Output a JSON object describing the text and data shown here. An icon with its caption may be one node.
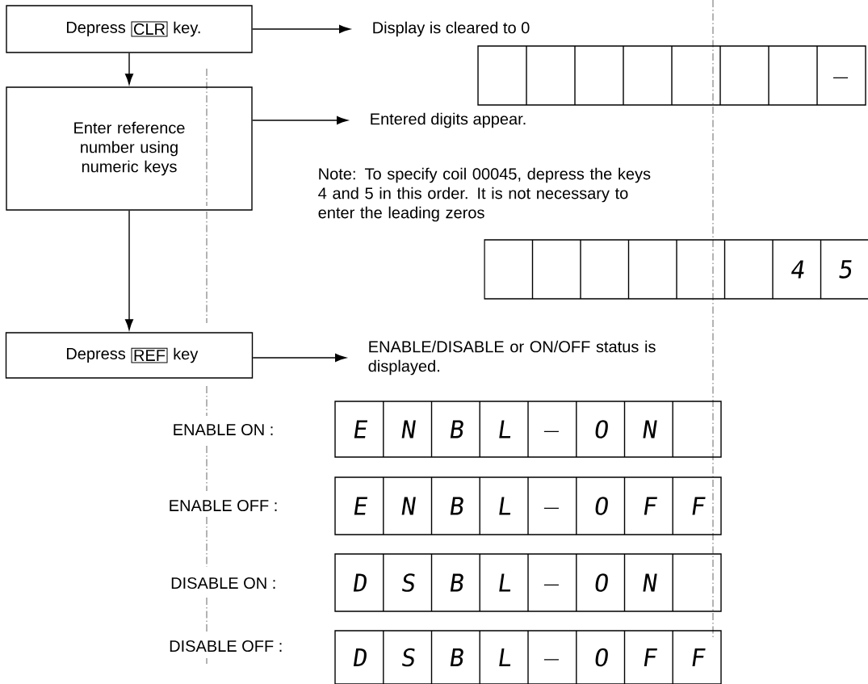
{
  "diagram": {
    "nodes": [
      {
        "text": [
          "Depress",
          "key."
        ]
      },
      {
        "text": [
          "CLR"
        ],
        "in": 0
      },
      {
        "text": [
          "Enter reference number using numeric keys"
        ]
      },
      {
        "text": [
          "Depress",
          "key"
        ]
      },
      {
        "text": [
          "REF"
        ],
        "in": 3
      },
      {
        "text": [
          "Display is cleared to 0"
        ]
      },
      {
        "text": [
          "Entered digits appear."
        ]
      },
      {
        "text": [
          "ENABLE/DISABLE or ON/OFF status is displayed."
        ]
      }
    ],
    "edges": [
      {
        "from": 0,
        "to": 2,
        "arrow": "to"
      },
      {
        "from": 2,
        "to": 3,
        "arrow": "to"
      },
      {
        "from": 0,
        "to": 5,
        "arrow": "to"
      },
      {
        "from": 2,
        "to": 6,
        "arrow": "to"
      },
      {
        "from": 3,
        "to": 7,
        "arrow": "to"
      }
    ],
    "labels": [
      "_",
      "Note:  To specify coil 00045, depress the keys 4 and 5 in this order. It is not necessary to enter the leading zeros",
      "4",
      "5",
      "ENABLE ON :",
      "E",
      "N",
      "B",
      "L",
      "_",
      "O",
      "N",
      "ENABLE OFF :",
      "E",
      "N",
      "B",
      "L",
      "_",
      "O",
      "F",
      "F",
      "DISABLE ON :",
      "D",
      "S",
      "B",
      "L",
      "_",
      "O",
      "N",
      "DISABLE OFF :",
      "D",
      "S",
      "B",
      "L",
      "_",
      "O",
      "F",
      "F"
    ]
  }
}
